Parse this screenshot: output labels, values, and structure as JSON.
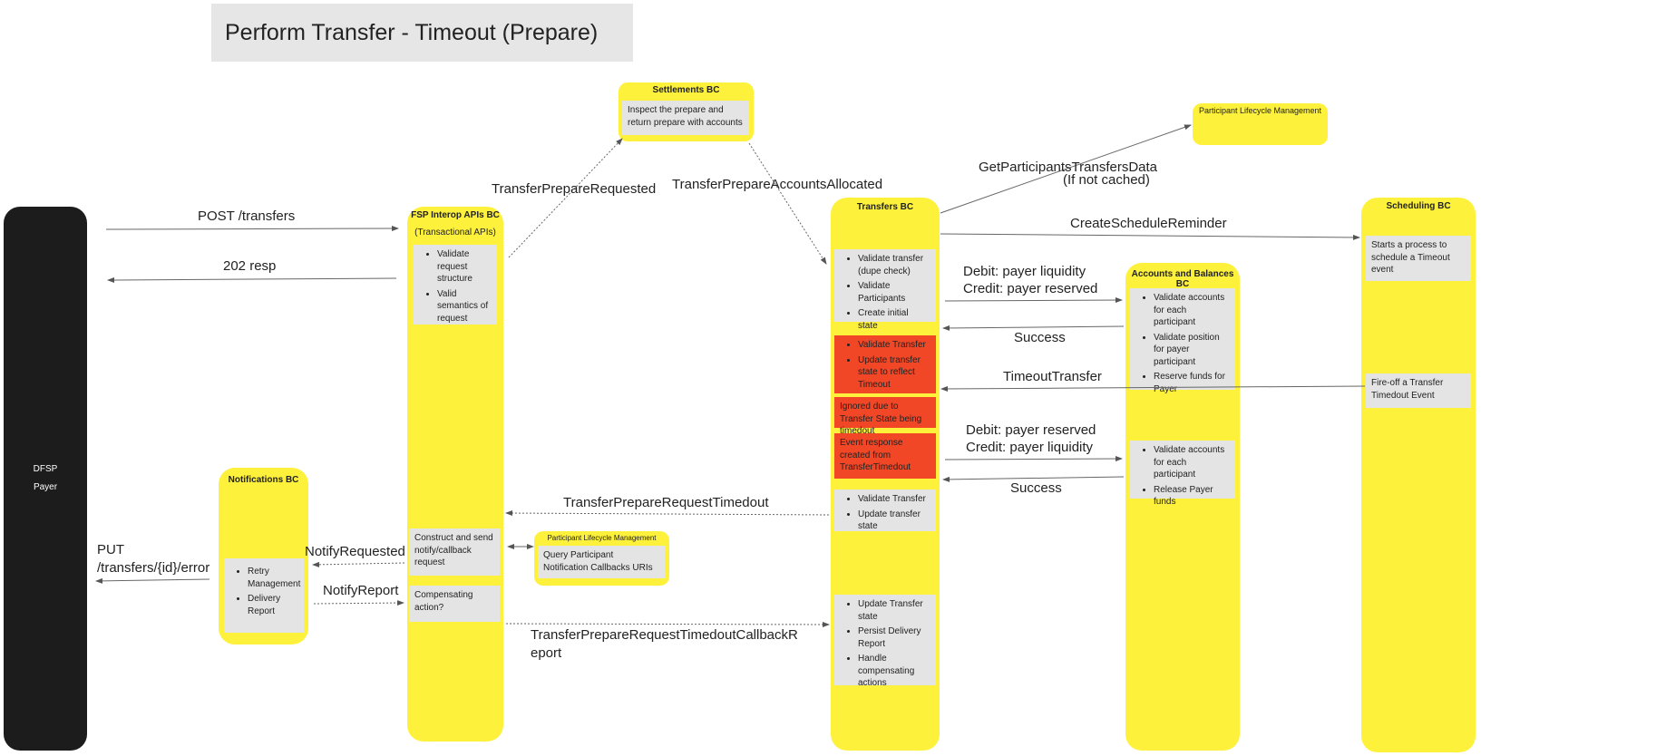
{
  "title": "Perform Transfer - Timeout (Prepare)",
  "lanes": {
    "dfsp": {
      "line1": "DFSP",
      "line2": "Payer"
    },
    "fsp": {
      "title": "FSP Interop APIs BC",
      "subtitle": "(Transactional APIs)"
    },
    "notifications": {
      "title": "Notifications BC"
    },
    "settlements": {
      "title": "Settlements BC"
    },
    "transfers": {
      "title": "Transfers BC"
    },
    "plm_top": {
      "title": "Participant Lifecycle Management"
    },
    "plm_small": {
      "title": "Participant Lifecycle Management"
    },
    "accounts": {
      "title": "Accounts and Balances BC"
    },
    "scheduling": {
      "title": "Scheduling BC"
    }
  },
  "notes": {
    "fsp_validate": [
      "Validate request structure",
      "Valid semantics of request"
    ],
    "fsp_construct": "Construct and send notify/callback request",
    "fsp_compensate": "Compensating action?",
    "notif": [
      "Retry Management",
      "Delivery Report"
    ],
    "settle": "Inspect the prepare and return prepare with accounts",
    "plm_query": "Query Participant Notification Callbacks URIs",
    "tr_validate": [
      "Validate transfer (dupe check)",
      "Validate Participants",
      "Create initial state"
    ],
    "tr_timeout": [
      "Validate Transfer",
      "Update transfer state to reflect Timeout"
    ],
    "tr_ignored": "Ignored due to Transfer State being timedout",
    "tr_event": "Event response created from TransferTimedout",
    "tr_update": [
      "Validate Transfer",
      "Update transfer state"
    ],
    "tr_final": [
      "Update Transfer state",
      "Persist Delivery Report",
      "Handle compensating actions"
    ],
    "acc_reserve": [
      "Validate accounts for each participant",
      "Validate position for payer participant",
      "Reserve funds for Payer"
    ],
    "acc_release": [
      "Validate accounts for each participant",
      "Release Payer funds"
    ],
    "sched_start": "Starts a process to schedule a Timeout event",
    "sched_fire": "Fire-off a Transfer Timedout Event"
  },
  "edges": {
    "post_transfers": "POST /transfers",
    "resp_202": "202 resp",
    "put_error": "PUT /transfers/{id}/error",
    "notify_requested": "NotifyRequested",
    "notify_report": "NotifyReport",
    "prepare_requested": "TransferPrepareRequested",
    "accounts_allocated": "TransferPrepareAccountsAllocated",
    "get_participants": "GetParticipantsTransfersData",
    "if_not_cached": "(If not cached)",
    "create_schedule": "CreateScheduleReminder",
    "debit_liquidity": "Debit: payer liquidity",
    "credit_reserved": "Credit: payer reserved",
    "success1": "Success",
    "timeout_transfer": "TimeoutTransfer",
    "debit_reserved": "Debit: payer reserved",
    "credit_liquidity": "Credit: payer liquidity",
    "success2": "Success",
    "request_timedout": "TransferPrepareRequestTimedout",
    "callback_report": "TransferPrepareRequestTimedoutCallbackReport"
  },
  "colors": {
    "lane": "#fdf13b",
    "dfsp": "#1c1c1c",
    "note": "#e4e4e4",
    "alert": "#f24726",
    "title_bg": "#e6e6e6"
  }
}
